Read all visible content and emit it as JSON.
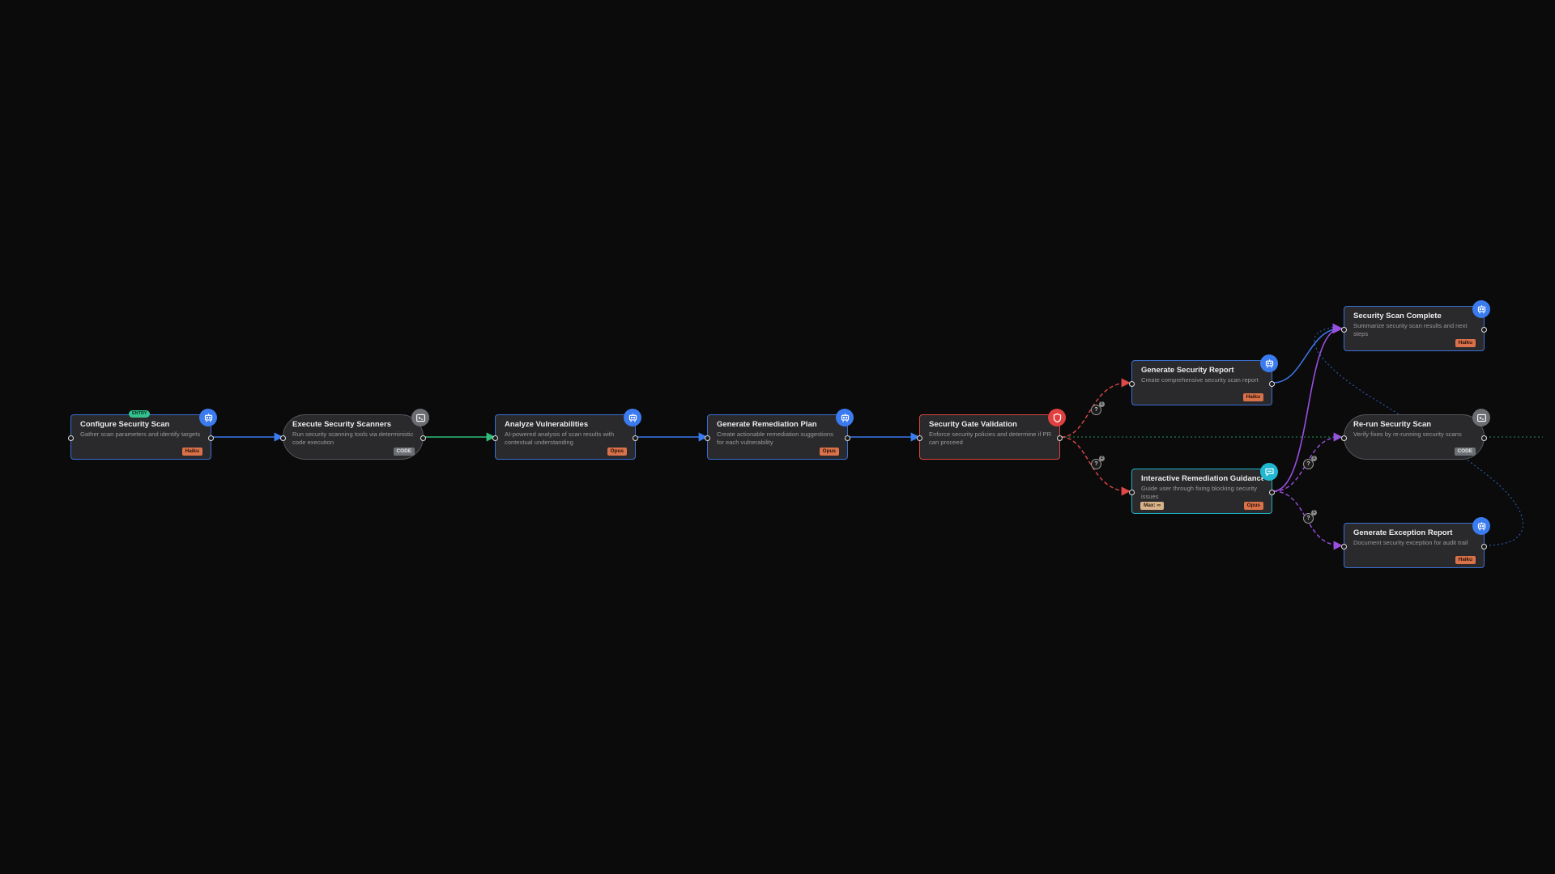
{
  "entry_badge": "ENTRY",
  "colors": {
    "background": "#0b0b0b",
    "node_fill": "#2a2a2c",
    "agent_border": "#3b6fd4",
    "code_border": "#55575c",
    "gate_border": "#d9463e",
    "interactive_border": "#1ab3c9",
    "model_tag": "#d9714a",
    "edge_blue": "#3b7bf0",
    "edge_green": "#2fbf7a",
    "edge_red": "#e04848",
    "edge_purple": "#9a4fe0"
  },
  "nodes": [
    {
      "id": "configure",
      "title": "Configure Security Scan",
      "desc": "Gather scan parameters and identify targets",
      "tag": "Haiku",
      "icon": "robot-icon",
      "kind": "agent"
    },
    {
      "id": "execute",
      "title": "Execute Security Scanners",
      "desc": "Run security scanning tools via deterministic code execution",
      "tag": "CODE",
      "icon": "terminal-icon",
      "kind": "code"
    },
    {
      "id": "analyze",
      "title": "Analyze Vulnerabilities",
      "desc": "AI-powered analysis of scan results with contextual understanding",
      "tag": "Opus",
      "icon": "robot-icon",
      "kind": "agent"
    },
    {
      "id": "remediation",
      "title": "Generate Remediation Plan",
      "desc": "Create actionable remediation suggestions for each vulnerability",
      "tag": "Opus",
      "icon": "robot-icon",
      "kind": "agent"
    },
    {
      "id": "gate",
      "title": "Security Gate Validation",
      "desc": "Enforce security policies and determine if PR can proceed",
      "tag": "",
      "icon": "shield-icon",
      "kind": "gate"
    },
    {
      "id": "report",
      "title": "Generate Security Report",
      "desc": "Create comprehensive security scan report",
      "tag": "Haiku",
      "icon": "robot-icon",
      "kind": "agent"
    },
    {
      "id": "guidance",
      "title": "Interactive Remediation Guidance",
      "desc": "Guide user through fixing blocking security issues",
      "tag": "Opus",
      "tag_left": "Max: ∞",
      "icon": "chat-icon",
      "kind": "interactive"
    },
    {
      "id": "complete",
      "title": "Security Scan Complete",
      "desc": "Summarize security scan results and next steps",
      "tag": "Haiku",
      "icon": "robot-icon",
      "kind": "agent"
    },
    {
      "id": "rerun",
      "title": "Re-run Security Scan",
      "desc": "Verify fixes by re-running security scans",
      "tag": "CODE",
      "icon": "terminal-icon",
      "kind": "code"
    },
    {
      "id": "exception",
      "title": "Generate Exception Report",
      "desc": "Document security exception for audit trail",
      "tag": "Haiku",
      "icon": "robot-icon",
      "kind": "agent"
    }
  ],
  "conditions": [
    {
      "id": "gate-report",
      "symbol": "?",
      "number": "1"
    },
    {
      "id": "gate-guidance",
      "symbol": "?",
      "number": "2"
    },
    {
      "id": "guidance-rerun",
      "symbol": "?",
      "number": "1"
    },
    {
      "id": "guidance-exception",
      "symbol": "?",
      "number": "1"
    }
  ],
  "edges": [
    {
      "from": "configure",
      "to": "execute",
      "style": "solid",
      "color": "blue"
    },
    {
      "from": "execute",
      "to": "analyze",
      "style": "solid",
      "color": "green"
    },
    {
      "from": "analyze",
      "to": "remediation",
      "style": "solid",
      "color": "blue"
    },
    {
      "from": "remediation",
      "to": "gate",
      "style": "solid",
      "color": "blue"
    },
    {
      "from": "gate",
      "to": "report",
      "style": "dashed",
      "color": "red"
    },
    {
      "from": "gate",
      "to": "guidance",
      "style": "dashed",
      "color": "red"
    },
    {
      "from": "report",
      "to": "complete",
      "style": "solid",
      "color": "blue"
    },
    {
      "from": "guidance",
      "to": "complete",
      "style": "solid",
      "color": "purple"
    },
    {
      "from": "guidance",
      "to": "rerun",
      "style": "dashed",
      "color": "purple"
    },
    {
      "from": "guidance",
      "to": "exception",
      "style": "dashed",
      "color": "purple"
    },
    {
      "from": "rerun",
      "to": "gate",
      "style": "dotted",
      "color": "green"
    },
    {
      "from": "exception",
      "to": "complete",
      "style": "dotted",
      "color": "blue"
    }
  ]
}
